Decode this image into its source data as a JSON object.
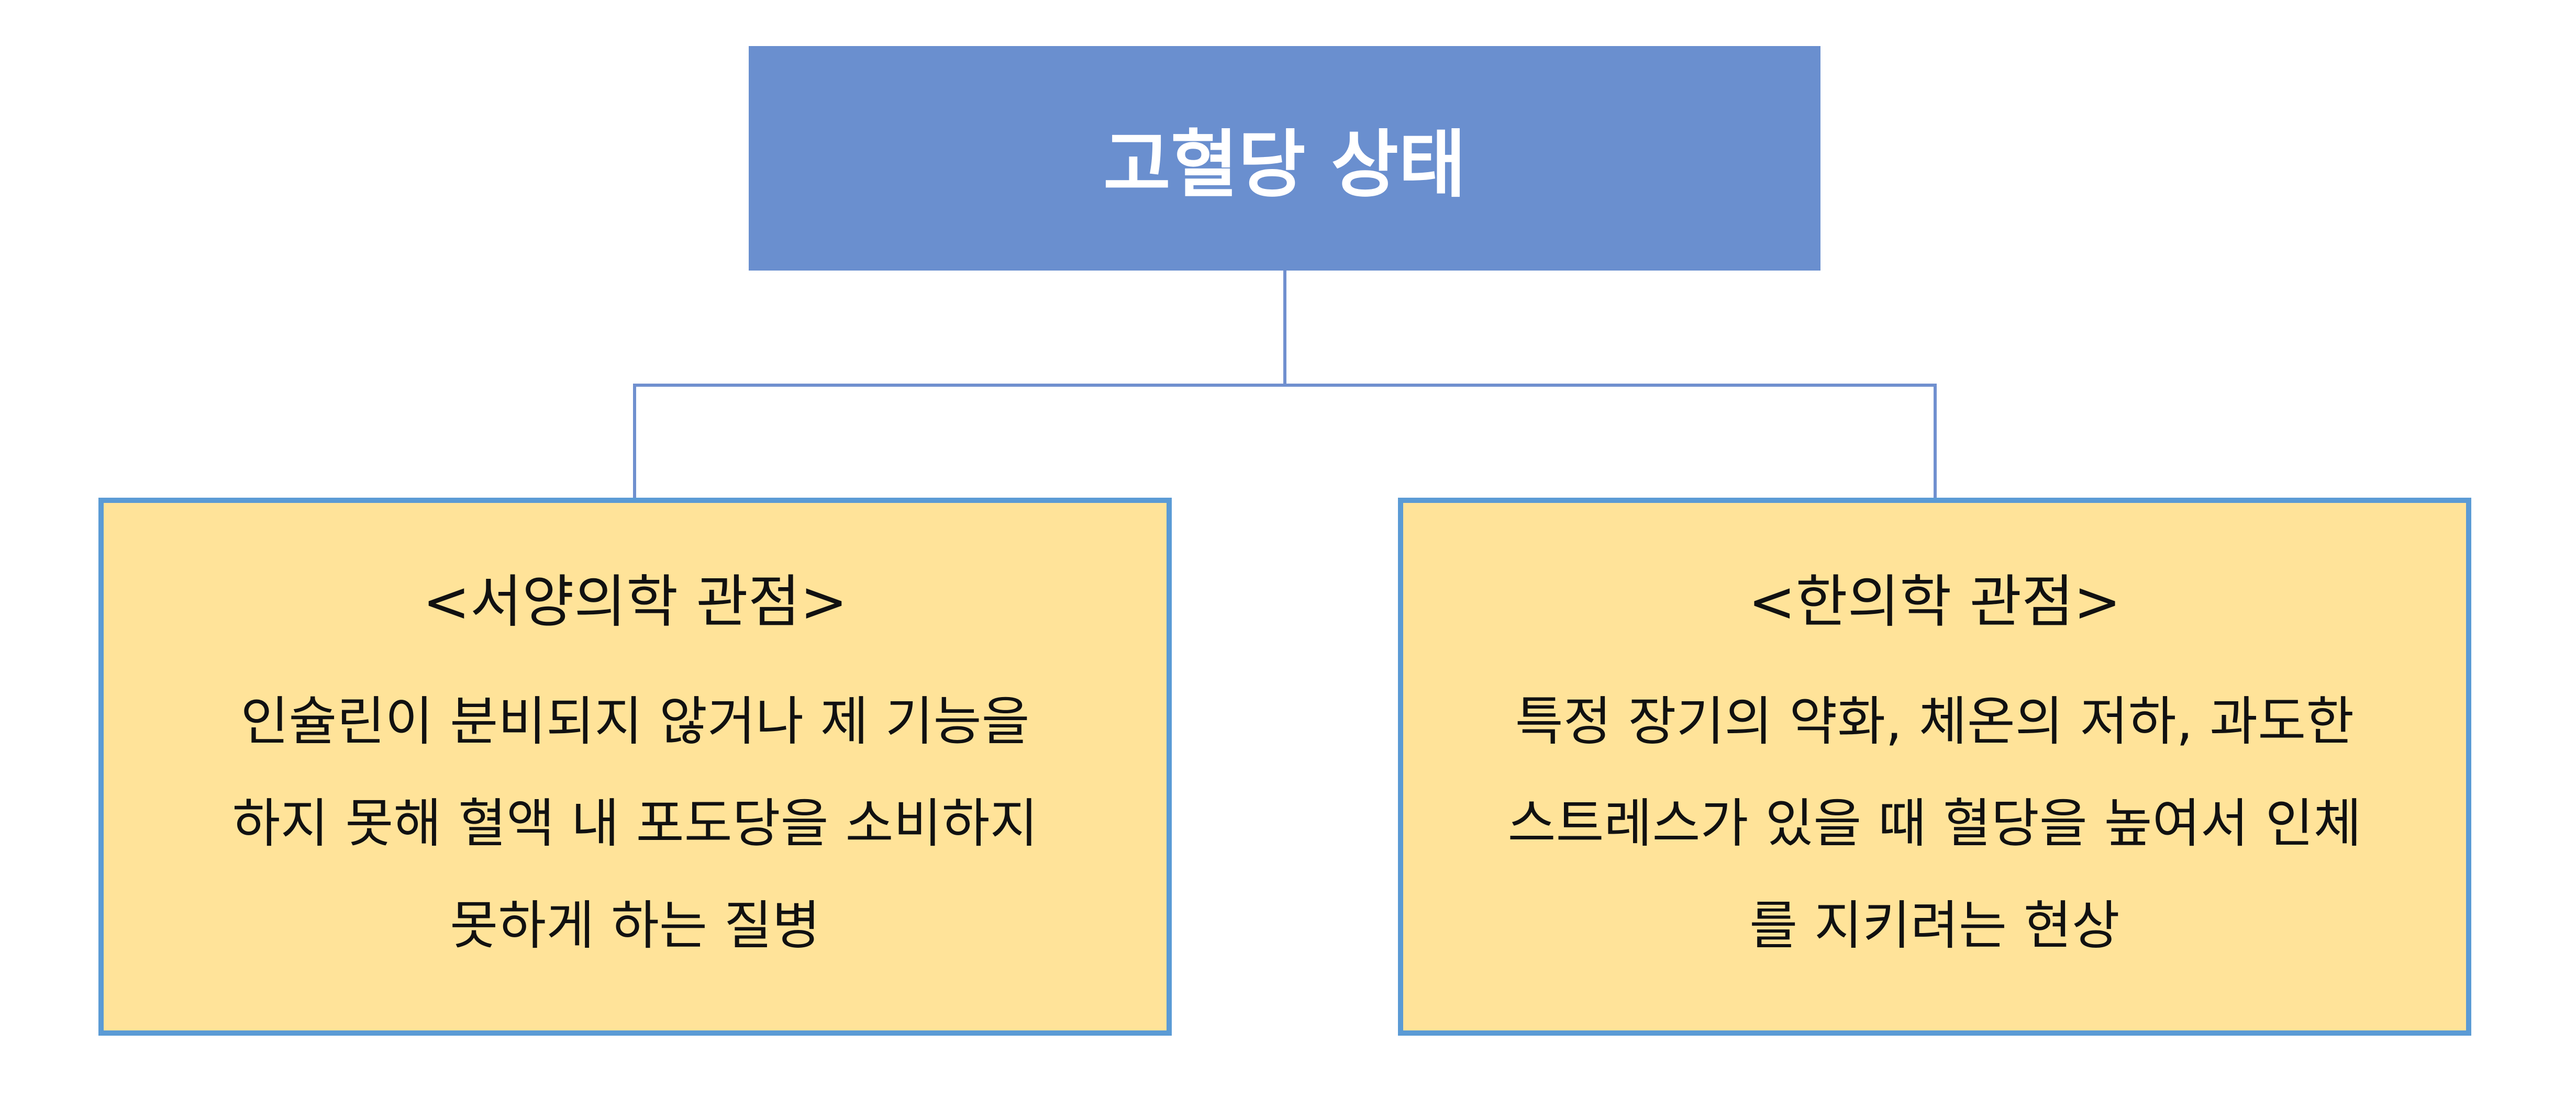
{
  "title": "고혈당 상태",
  "colors": {
    "title_fill": "#6a8fcf",
    "box_fill": "#ffe399",
    "box_border": "#5b9bd5",
    "connector": "#7090cf"
  },
  "left": {
    "heading": "<서양의학 관점>",
    "lines": [
      "인슐린이 분비되지 않거나 제 기능을",
      "하지 못해 혈액 내 포도당을 소비하지",
      "못하게 하는 질병"
    ]
  },
  "right": {
    "heading": "<한의학 관점>",
    "lines": [
      "특정 장기의 약화, 체온의 저하, 과도한",
      "스트레스가 있을 때 혈당을 높여서 인체",
      "를 지키려는 현상"
    ]
  }
}
